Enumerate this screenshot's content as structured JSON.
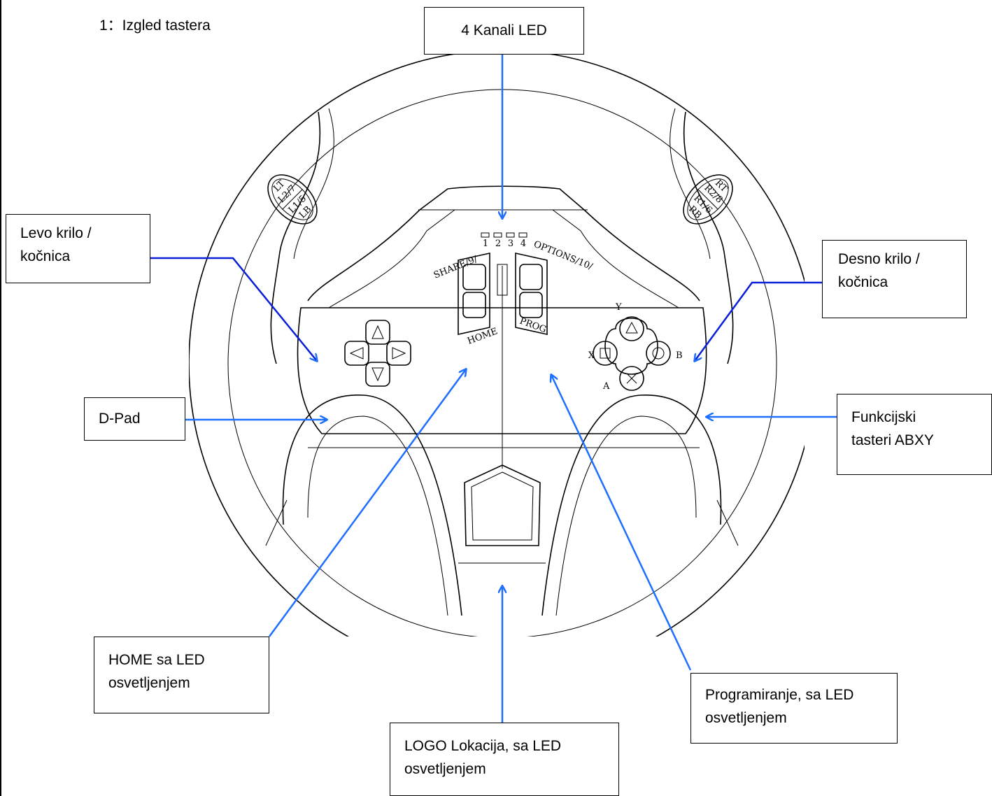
{
  "heading": "1：Izgled tastera",
  "callouts": {
    "channels_led": "4 Kanali LED",
    "left_wing": [
      "Levo krilo /",
      "kočnica"
    ],
    "right_wing": [
      "Desno krilo /",
      "kočnica"
    ],
    "dpad": "D-Pad",
    "abxy": [
      "Funkcijski",
      "tasteri ABXY"
    ],
    "home": [
      "HOME sa LED",
      "osvetljenjem"
    ],
    "prog": [
      "Programiranje, sa LED",
      "osvetljenjem"
    ],
    "logo": [
      "LOGO Lokacija, sa LED",
      "osvetljenjem"
    ]
  },
  "wheel_labels": {
    "share": "SHARE/9/",
    "options": "OPTIONS/10/",
    "home": "HOME",
    "prog": "PROG",
    "led_numbers": [
      "1",
      "2",
      "3",
      "4"
    ],
    "face_buttons": {
      "y": "Y",
      "x": "X",
      "b": "B",
      "a": "A"
    },
    "left_paddle": [
      "LT",
      "L2/7",
      "L1/5",
      "LB"
    ],
    "right_paddle": [
      "RT",
      "R2/8",
      "R1/6",
      "RB"
    ]
  },
  "colors": {
    "pointer": "#1f6fff",
    "pointer_dark": "#0a20d8"
  }
}
